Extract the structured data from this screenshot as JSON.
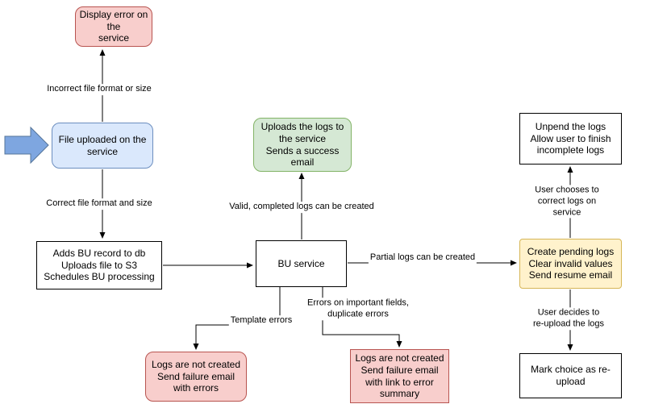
{
  "palette": {
    "pink_fill": "#f8cecc",
    "pink_border": "#b85450",
    "blue_fill": "#dae8fc",
    "blue_border": "#6c8ebf",
    "green_fill": "#d5e8d4",
    "green_border": "#82b366",
    "yellow_fill": "#fff2cc",
    "yellow_border": "#d6b656",
    "start_arrow_fill": "#7ea6e0",
    "start_arrow_border": "#56759a",
    "line_color": "#000000"
  },
  "nodes": {
    "display_error": {
      "label": "Display error on the\nservice"
    },
    "file_uploaded": {
      "label": "File uploaded on the\nservice"
    },
    "adds_bu": {
      "label": "Adds BU record to db\nUploads file to S3\nSchedules BU processing"
    },
    "bu_service": {
      "label": "BU service"
    },
    "success_email": {
      "label": "Uploads the logs to\nthe service\nSends a success\nemail"
    },
    "logs_failure_errors": {
      "label": "Logs are not created\nSend failure email\nwith errors"
    },
    "logs_failure_summary": {
      "label": "Logs are not created\nSend failure email\nwith link to error\nsummary"
    },
    "create_pending": {
      "label": "Create pending logs\nClear invalid values\nSend resume email"
    },
    "unpend_logs": {
      "label": "Unpend the logs\nAllow user to finish\nincomplete logs"
    },
    "mark_reupload": {
      "label": "Mark choice as re-\nupload"
    }
  },
  "edges": {
    "incorrect_format": {
      "label": "Incorrect file format or size"
    },
    "correct_format": {
      "label": "Correct file format and size"
    },
    "valid_logs": {
      "label": "Valid, completed logs can be created"
    },
    "partial_logs": {
      "label": "Partial logs can be created"
    },
    "user_correct": {
      "label": "User chooses to correct logs on service"
    },
    "user_reupload": {
      "label": "User decides to re-upload the logs"
    },
    "template_errors": {
      "label": "Template errors"
    },
    "important_field_errors": {
      "label": "Errors on important fields,\nduplicate errors"
    }
  }
}
